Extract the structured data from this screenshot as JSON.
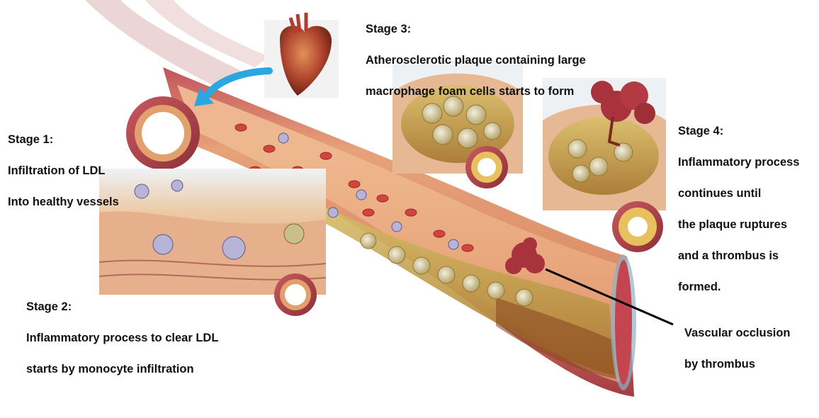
{
  "labels": {
    "stage1": {
      "heading": "Stage 1:",
      "lines": [
        "Infiltration of LDL",
        "Into healthy vessels"
      ]
    },
    "stage2": {
      "heading": "Stage 2:",
      "lines": [
        "Inflammatory process to clear LDL",
        "starts by monocyte infiltration"
      ]
    },
    "stage3": {
      "heading": "Stage 3:",
      "lines": [
        "Atherosclerotic plaque containing large",
        "macrophage foam cells starts to form"
      ]
    },
    "stage4": {
      "heading": "Stage 4:",
      "lines": [
        "Inflammatory process",
        "continues until",
        "the plaque ruptures",
        "and a thrombus is",
        "formed."
      ]
    },
    "occlusion": {
      "lines": [
        "Vascular occlusion",
        "by thrombus"
      ]
    }
  },
  "colors": {
    "vessel_wall": "#b5424a",
    "vessel_inner": "#e8a070",
    "plaque": "#c9a94a",
    "thrombus": "#a8333c",
    "arrow": "#2aa6e0",
    "tissue": "#e6b894"
  }
}
